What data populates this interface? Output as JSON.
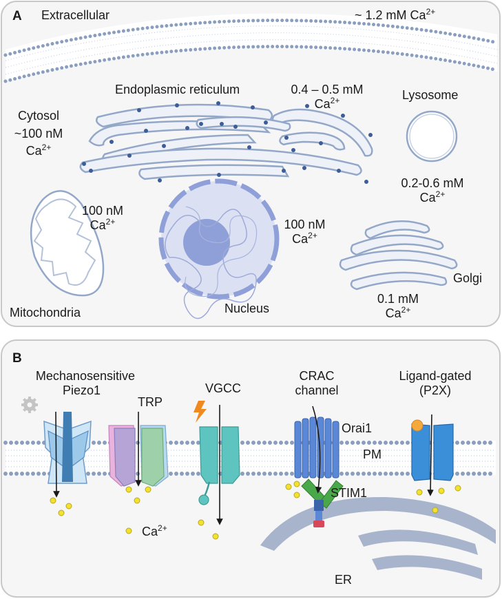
{
  "panel_a": {
    "letter": "A",
    "extracellular": "Extracellular",
    "extracellular_conc": "~ 1.2 mM",
    "er": {
      "name": "Endoplasmic reticulum",
      "conc": "0.4 – 0.5 mM"
    },
    "cytosol": {
      "name": "Cytosol",
      "conc": "~100 nM"
    },
    "lysosome": {
      "name": "Lysosome",
      "conc": "0.2-0.6 mM"
    },
    "mitochondria": {
      "name": "Mitochondria",
      "conc": "100 nM"
    },
    "nucleus": {
      "name": "Nucleus",
      "conc": "100 nM"
    },
    "golgi": {
      "name": "Golgi",
      "conc": "0.1 mM"
    }
  },
  "panel_b": {
    "letter": "B",
    "piezo_line1": "Mechanosensitive",
    "piezo_line2": "Piezo1",
    "trp": "TRP",
    "vgcc": "VGCC",
    "crac_line1": "CRAC",
    "crac_line2": "channel",
    "orai1": "Orai1",
    "pm": "PM",
    "stim1": "STIM1",
    "ligand_line1": "Ligand-gated",
    "ligand_line2": "(P2X)",
    "er": "ER"
  },
  "ion": {
    "base": "Ca",
    "charge": "2+"
  },
  "colors": {
    "membrane": "#8a9ec0",
    "organelle_stroke": "#93a7c8",
    "ribosome": "#3e5d98",
    "nucleus": "#8f9fd8",
    "calcium": "#f2e12e",
    "er_b": "#a7b4cc"
  },
  "icons": [
    "gear-icon",
    "lightning-icon",
    "ligand-dot-icon",
    "arrow-icon"
  ]
}
